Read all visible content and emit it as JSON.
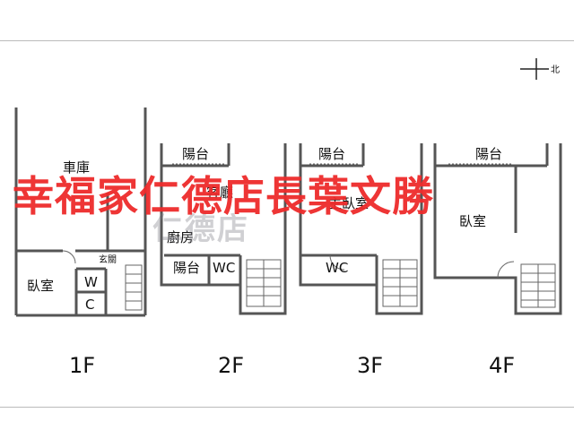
{
  "north": {
    "label": "北"
  },
  "floors": [
    {
      "label": "1F",
      "rooms": {
        "garage": "車庫",
        "bedroom": "臥室",
        "entry": "玄關",
        "wc_top": "W",
        "wc_bottom": "C"
      }
    },
    {
      "label": "2F",
      "rooms": {
        "balcony_top": "陽台",
        "living": "客廳",
        "kitchen": "廚房",
        "balcony_bottom": "陽台",
        "wc": "WC"
      }
    },
    {
      "label": "3F",
      "rooms": {
        "balcony": "陽台",
        "master": "主臥室",
        "wc": "WC"
      }
    },
    {
      "label": "4F",
      "rooms": {
        "balcony": "陽台",
        "bedroom": "臥室"
      }
    }
  ],
  "watermark": "幸福家仁德店長葉文勝",
  "ghost_watermark": "仁德店"
}
